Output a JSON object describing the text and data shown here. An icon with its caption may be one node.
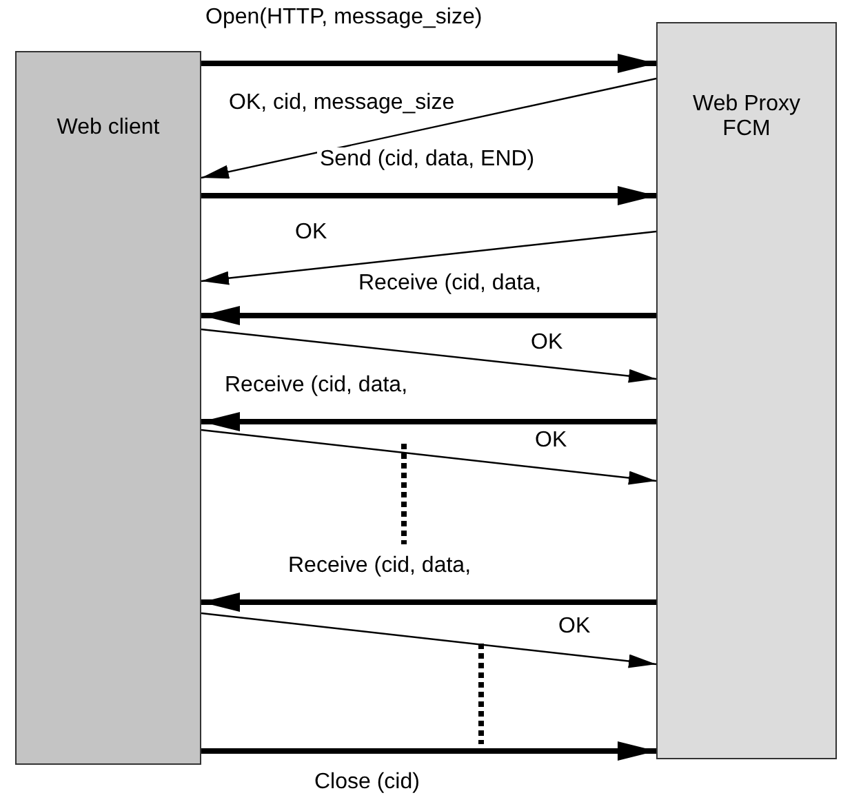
{
  "diagram": {
    "nodes": [
      {
        "text": [
          "Web client"
        ]
      },
      {
        "text": [
          "Web Proxy FCM"
        ]
      }
    ],
    "edges": [
      {
        "from": 0,
        "to": 1,
        "arrow": "to",
        "label": "Open(HTTP, message_size)"
      },
      {
        "from": 1,
        "to": 0,
        "arrow": "to",
        "label": "OK, cid, message_size"
      },
      {
        "from": 0,
        "to": 1,
        "arrow": "to",
        "label": "Send (cid, data, END)"
      },
      {
        "from": 1,
        "to": 0,
        "arrow": "to",
        "label": "OK"
      },
      {
        "from": 1,
        "to": 0,
        "arrow": "to",
        "label": "Receive (cid, data,"
      },
      {
        "from": 0,
        "to": 1,
        "arrow": "to",
        "label": "OK"
      },
      {
        "from": 1,
        "to": 0,
        "arrow": "to",
        "label": "Receive (cid, data,"
      },
      {
        "from": 0,
        "to": 1,
        "arrow": "to",
        "label": "OK"
      },
      {
        "from": 1,
        "to": 0,
        "arrow": "to",
        "label": "Receive (cid, data,"
      },
      {
        "from": 0,
        "to": 1,
        "arrow": "to",
        "label": "OK"
      },
      {
        "from": 0,
        "to": 1,
        "arrow": "to",
        "label": "Close (cid)"
      }
    ]
  }
}
